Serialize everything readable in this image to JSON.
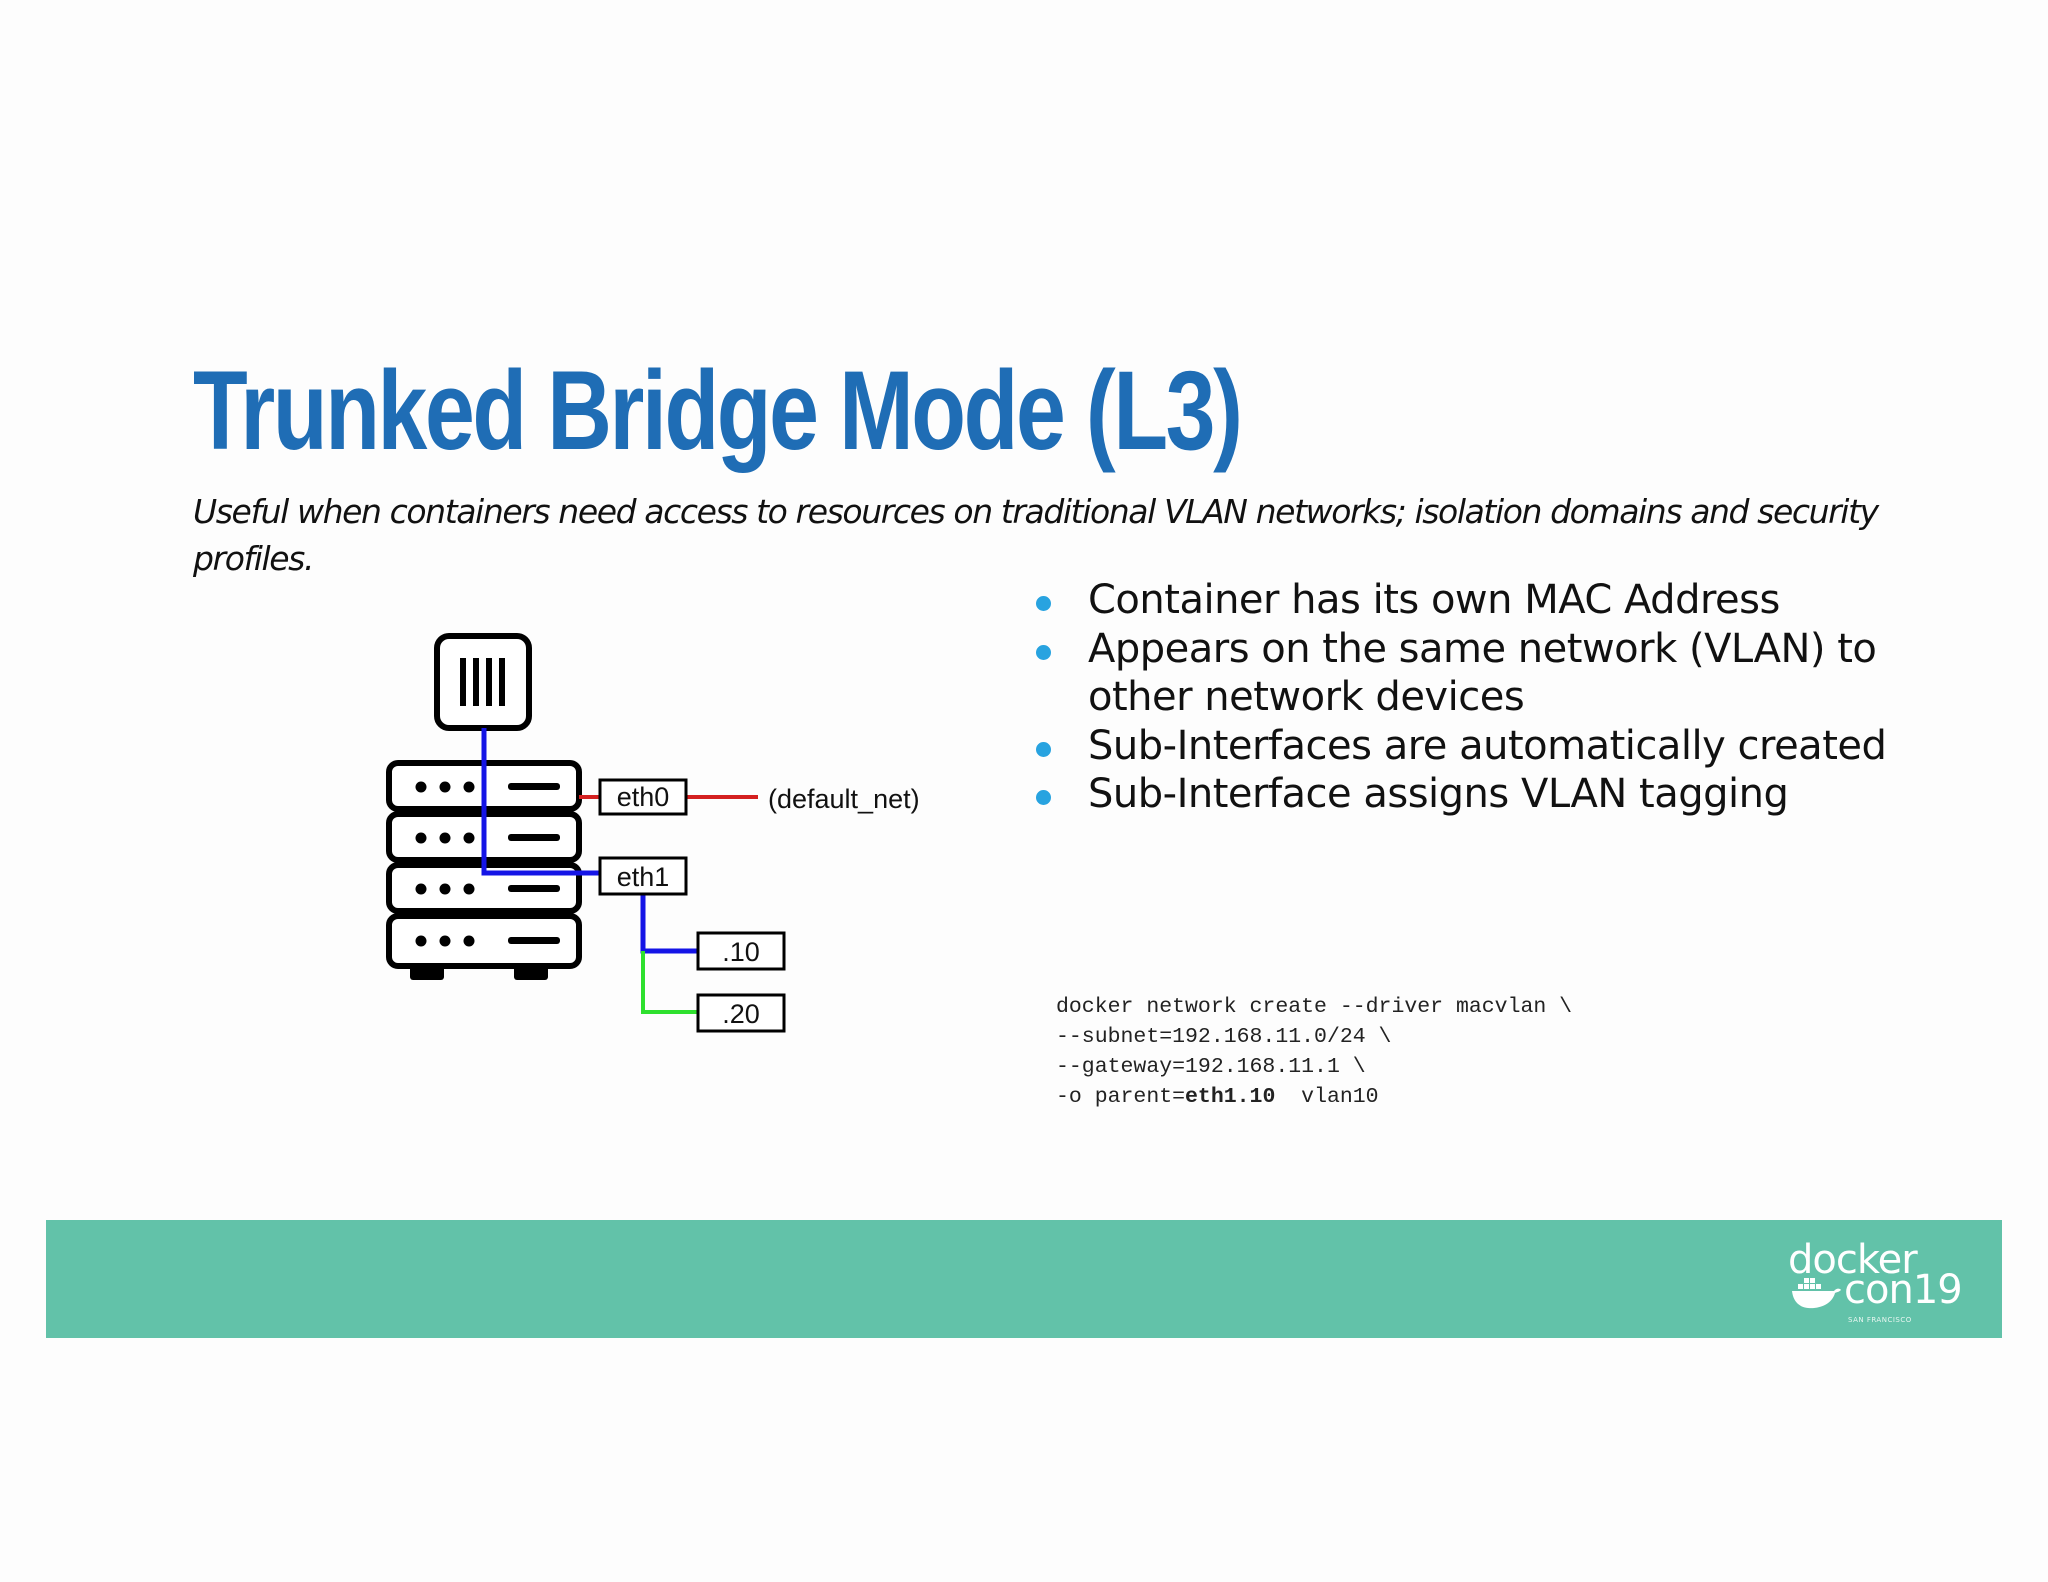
{
  "slide": {
    "title": "Trunked Bridge Mode (L3)",
    "subtitle": "Useful when containers need access to resources on traditional VLAN networks; isolation domains and security profiles."
  },
  "bullets": [
    "Container has its own MAC Address",
    "Appears on the same network (VLAN) to other network devices",
    "Sub-Interfaces are automatically created",
    "Sub-Interface assigns VLAN tagging"
  ],
  "code": {
    "line1": "docker network create --driver macvlan \\",
    "line2": "--subnet=192.168.11.0/24 \\",
    "line3": "--gateway=192.168.11.1 \\",
    "line4_prefix": "-o parent=",
    "line4_bold": "eth1.10",
    "line4_suffix": "  vlan10"
  },
  "diagram": {
    "eth0_label": "eth0",
    "eth1_label": "eth1",
    "default_net_label": "(default_net)",
    "sub10_label": ".10",
    "sub20_label": ".20",
    "colors": {
      "eth0_link": "#d42020",
      "eth1_link": "#1414e6",
      "vlan20_link": "#2ee02e"
    }
  },
  "footer": {
    "background": "#62c2a9",
    "logo_docker": "docker",
    "logo_con": "con19",
    "logo_location": "SAN FRANCISCO"
  }
}
